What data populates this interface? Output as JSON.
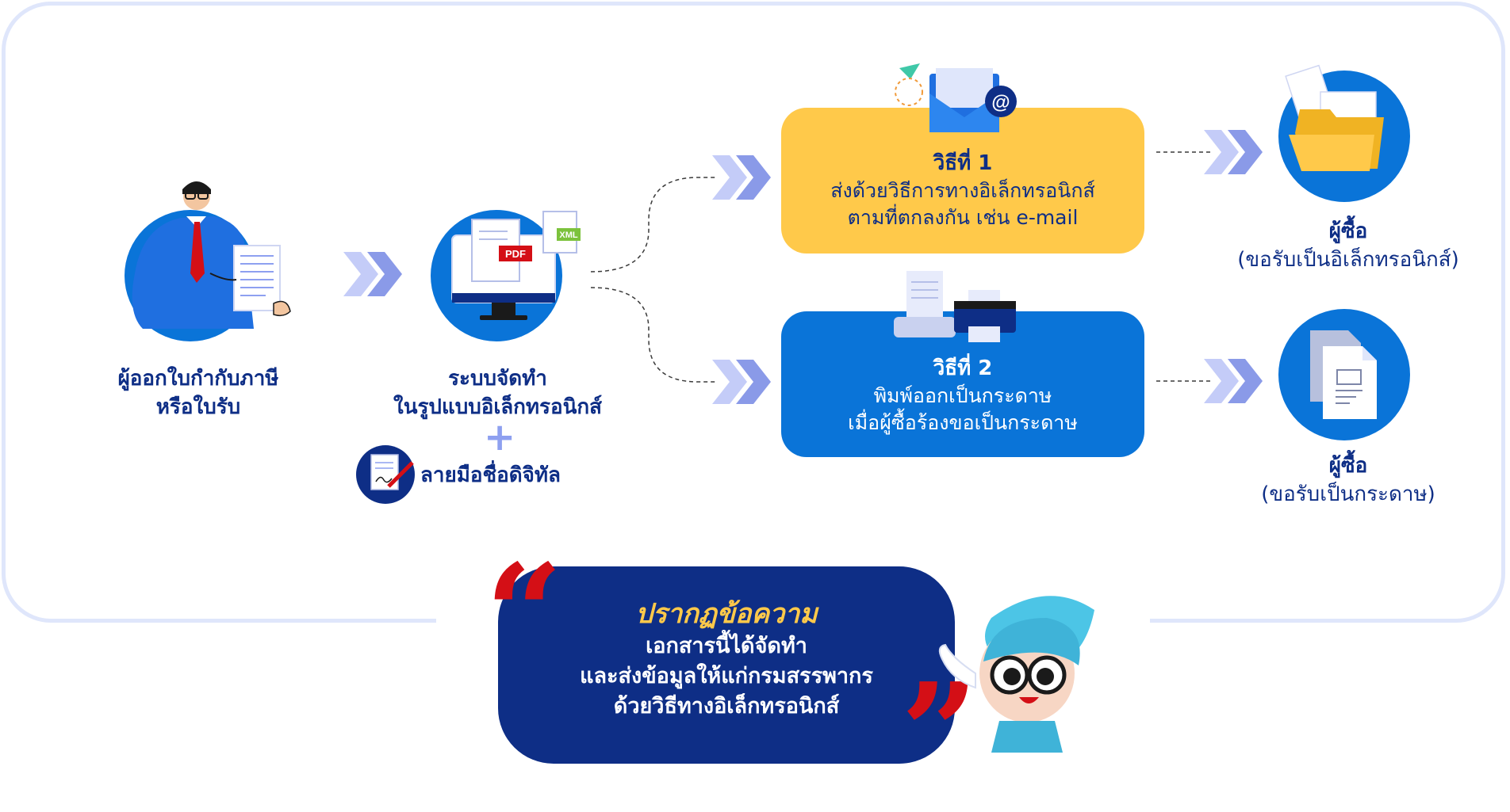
{
  "issuer": {
    "line1": "ผู้ออกใบกำกับภาษี",
    "line2": "หรือใบรับ"
  },
  "system": {
    "line1": "ระบบจัดทำ",
    "line2": "ในรูปแบบอิเล็กทรอนิกส์",
    "plus": "+",
    "signature": "ลายมือชื่อดิจิทัล",
    "pdf_tag": "PDF",
    "xml_tag": "XML"
  },
  "method1": {
    "title": "วิธีที่ 1",
    "line1": "ส่งด้วยวิธีการทางอิเล็กทรอนิกส์",
    "line2": "ตามที่ตกลงกัน เช่น e-mail"
  },
  "method2": {
    "title": "วิธีที่ 2",
    "line1": "พิมพ์ออกเป็นกระดาษ",
    "line2": "เมื่อผู้ซื้อร้องขอเป็นกระดาษ"
  },
  "buyer_electronic": {
    "line1": "ผู้ซื้อ",
    "line2": "(ขอรับเป็นอิเล็กทรอนิกส์)"
  },
  "buyer_paper": {
    "line1": "ผู้ซื้อ",
    "line2": "(ขอรับเป็นกระดาษ)"
  },
  "notice": {
    "title": "ปรากฏข้อความ",
    "line1": "เอกสารนี้ได้จัดทำ",
    "line2": "และส่งข้อมูลให้แก่กรมสรรพากร",
    "line3": "ด้วยวิธีทางอิเล็กทรอนิกส์",
    "open_quote": "“",
    "close_quote": "”"
  },
  "icons": [
    "person-with-document-icon",
    "computer-icon",
    "digital-signature-icon",
    "email-icon",
    "printer-icon",
    "folder-icon",
    "paper-document-icon",
    "double-chevron-icon",
    "mascot-icon"
  ],
  "colors": {
    "navy": "#0e2e86",
    "blue": "#0a74d8",
    "yellow": "#ffc94a",
    "chevron": "#8ea0f0",
    "red": "#d40f16",
    "frame": "#dfe6fb"
  }
}
